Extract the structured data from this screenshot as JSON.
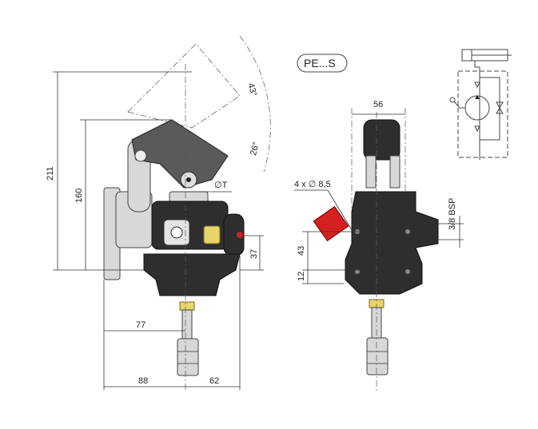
{
  "title": "PE...S",
  "side_view": {
    "angle_open": "43°",
    "angle_lever": "26°",
    "height_total": "211",
    "height_pivot": "160",
    "port_label": "∅T",
    "port_height": "37",
    "stem_offset": "77",
    "width_left": "88",
    "width_right": "62"
  },
  "front_view": {
    "width_top": "56",
    "mount_holes": "4 x ∅ 8,5",
    "thread": "3/8 BSP",
    "hole_spacing": "43",
    "hole_offset": "12"
  },
  "colors": {
    "body": "#2e2e2e",
    "valve": "#d42020",
    "fitting": "#e8d56a"
  }
}
